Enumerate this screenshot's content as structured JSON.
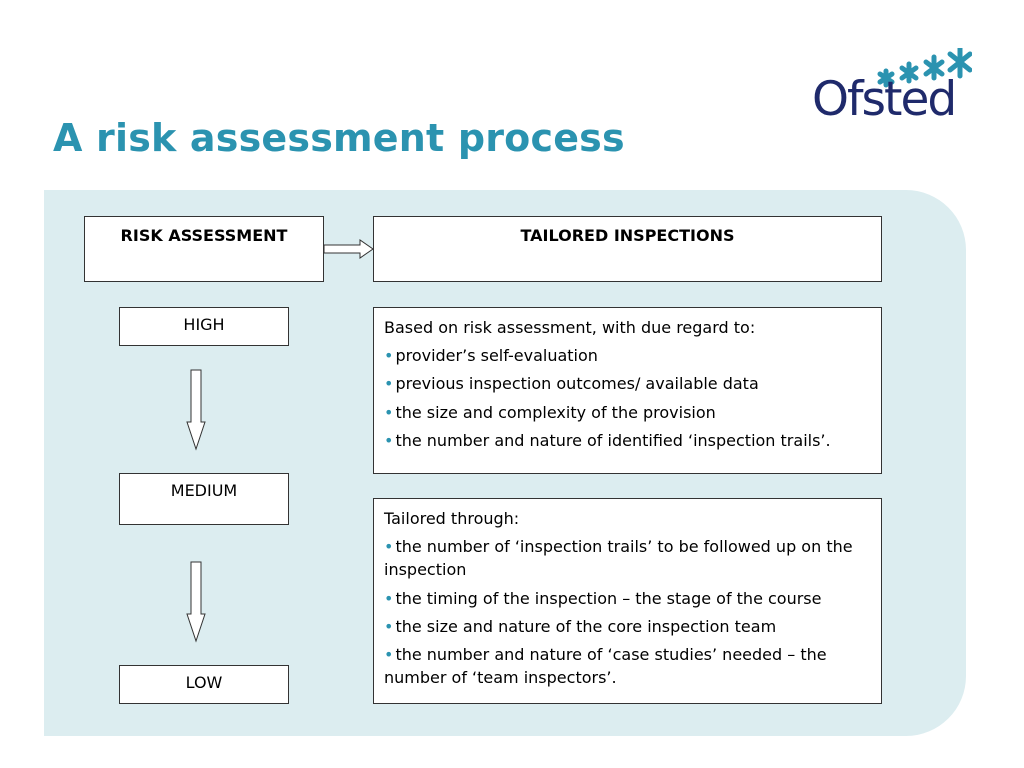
{
  "title": "A risk assessment process",
  "logo": {
    "text": "Ofsted",
    "icon": "ofsted-stars-logo"
  },
  "colors": {
    "title": "#2b93b0",
    "panel": "#dcedf0",
    "logo": "#1f2a6b",
    "stars": "#2b93b0"
  },
  "headers": {
    "risk_assessment": "RISK ASSESSMENT",
    "tailored_inspections": "TAILORED INSPECTIONS"
  },
  "levels": {
    "high": "HIGH",
    "medium": "MEDIUM",
    "low": "LOW"
  },
  "based_on": {
    "intro": "Based on risk assessment, with due regard to:",
    "items": [
      "provider’s self-evaluation",
      "previous inspection outcomes/ available data",
      "the size and complexity of the provision",
      "the number and nature of identified ‘inspection trails’."
    ]
  },
  "tailored": {
    "intro": "Tailored through:",
    "items": [
      "the number of ‘inspection trails’ to be followed up on the inspection",
      "the timing of the inspection – the stage of the course",
      "the size and nature of the core inspection team",
      "the number and nature of ‘case studies’ needed – the number of ‘team inspectors’."
    ]
  },
  "bullet_glyph": "•"
}
